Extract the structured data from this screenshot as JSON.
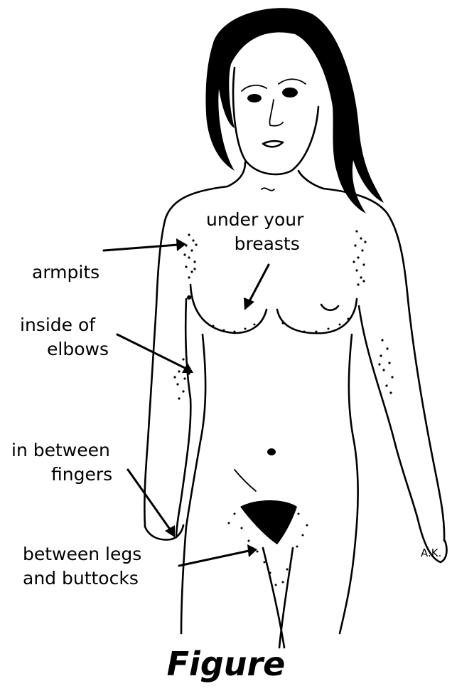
{
  "figure": {
    "caption": "Figure",
    "labels": {
      "under_breasts": [
        "under your",
        "breasts"
      ],
      "armpits": [
        "armpits"
      ],
      "elbows": [
        "inside of",
        "elbows"
      ],
      "fingers": [
        "in between",
        "fingers"
      ],
      "legs_buttocks": [
        "between legs",
        "and buttocks"
      ]
    },
    "signature": "A.K."
  }
}
